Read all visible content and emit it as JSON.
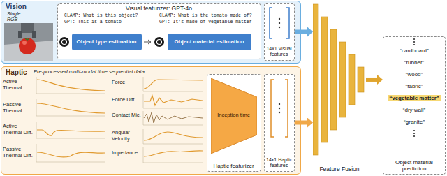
{
  "diagram": {
    "nodes": [
      {
        "text": [
          "Vision"
        ]
      },
      {
        "text": [
          "Visual featurizer: GPT-4o"
        ],
        "in": 0
      },
      {
        "text": [
          "Object type estimation"
        ],
        "in": 1
      },
      {
        "text": [
          "Object material estimation"
        ],
        "in": 1
      },
      {
        "text": [
          "14x1 Visual features"
        ],
        "in": 0
      },
      {
        "text": [
          "Haptic"
        ]
      },
      {
        "text": [
          "Haptic featurizer"
        ],
        "in": 5
      },
      {
        "text": [
          "Inception time"
        ],
        "in": 6
      },
      {
        "text": [
          "14x1 Haptic features"
        ],
        "in": 5
      },
      {
        "text": [
          "Feature Fusion"
        ]
      },
      {
        "text": [
          "Object material prediction"
        ]
      }
    ],
    "edges": [
      {
        "from": 4,
        "to": 9,
        "arrow": "to"
      },
      {
        "from": 8,
        "to": 9,
        "arrow": "to"
      },
      {
        "from": 9,
        "to": 10,
        "arrow": "to"
      }
    ],
    "labels": [
      "Single RGB",
      "CLAMP: What is this object?",
      "GPT: This is a tomato",
      "CLAMP: What is the tomato made of?",
      "GPT: It's made of vegetable matter",
      "Pre-processed multi-modal time sequential data",
      "Active Thermal",
      "Passive Thermal",
      "Active Thermal Diff.",
      "Passive Thermal Diff.",
      "Force",
      "Force Diff.",
      "Contact Mic.",
      "Angular Velocity",
      "Impedance",
      "“cardboard”",
      "“rubber”",
      "“wood”",
      "“fabric”",
      "“vegetable matter”",
      "“dry wall”",
      "“granite”"
    ]
  }
}
